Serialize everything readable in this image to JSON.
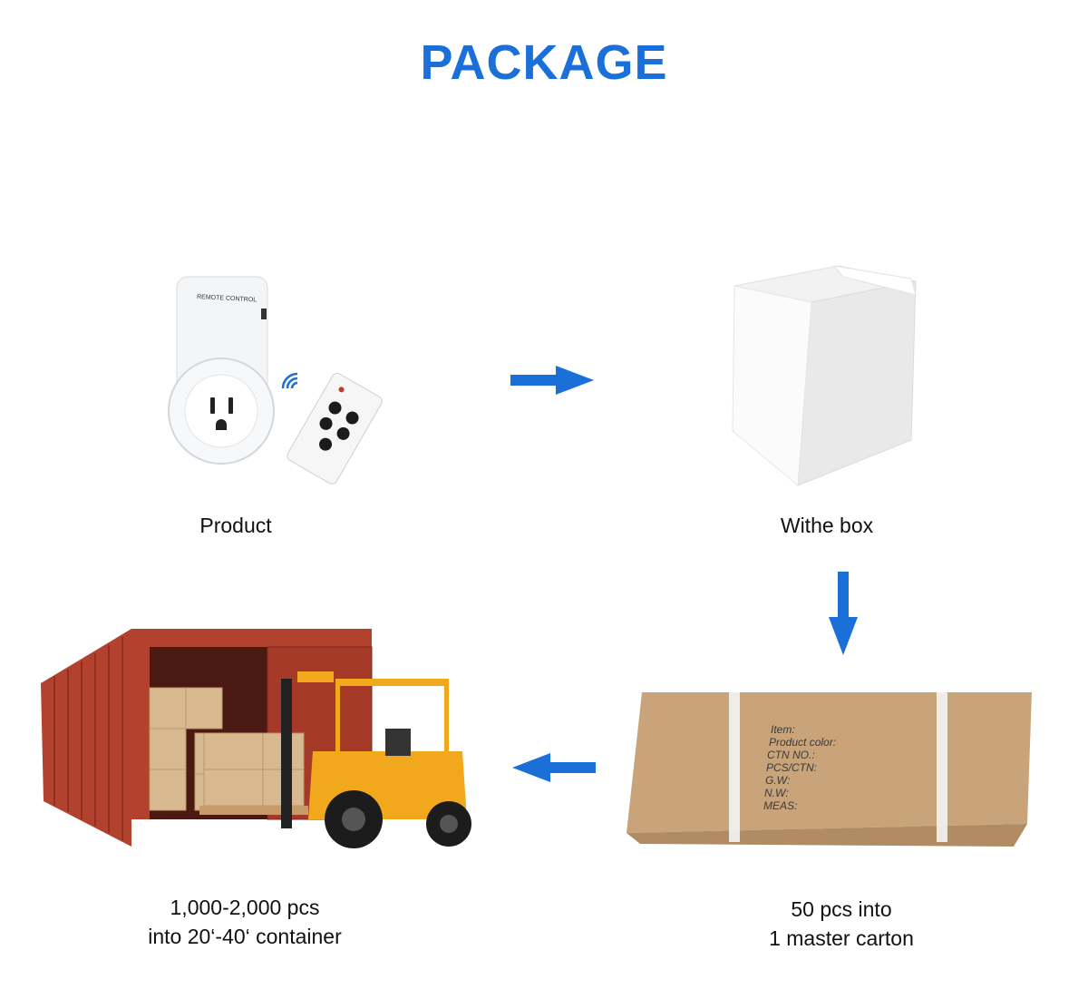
{
  "title": "PACKAGE",
  "steps": [
    {
      "caption": "Product"
    },
    {
      "caption": "Withe box"
    },
    {
      "caption_lines": [
        "50 pcs into",
        "1 master carton"
      ]
    },
    {
      "caption_lines": [
        "1,000-2,000 pcs",
        "into 20‘-40‘ container"
      ]
    }
  ],
  "product_image": {
    "plug_label": "REMOTE CONTROL"
  },
  "carton_image": {
    "marks": [
      "Item:",
      "Product color:",
      "CTN NO.:",
      "PCS/CTN:",
      "G.W:",
      "N.W:",
      "MEAS:"
    ]
  },
  "colors": {
    "accent": "#1a6fd8",
    "carton": "#c9a47a",
    "container": "#b2412d",
    "forklift": "#f2a81d"
  },
  "icons": [
    "arrow-right-icon",
    "arrow-down-icon",
    "arrow-left-icon"
  ]
}
